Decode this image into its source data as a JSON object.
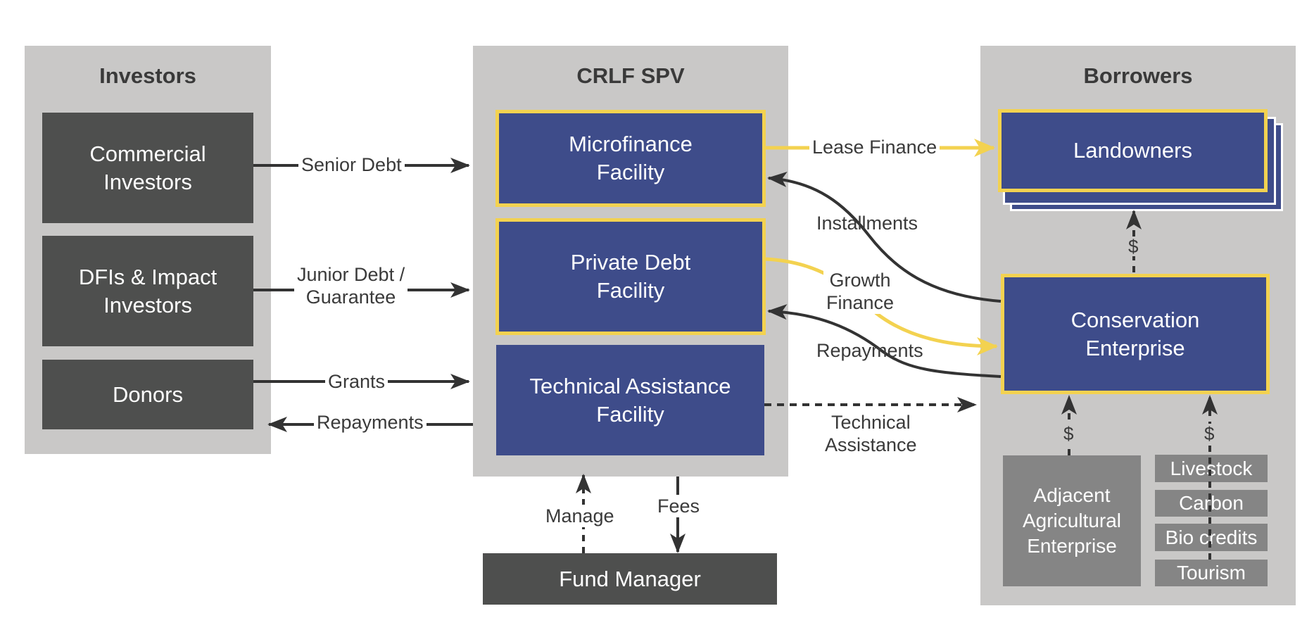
{
  "panels": {
    "investors": {
      "title": "Investors",
      "commercial": "Commercial\nInvestors",
      "dfis": "DFIs & Impact\nInvestors",
      "donors": "Donors"
    },
    "spv": {
      "title": "CRLF SPV",
      "microfinance": "Microfinance\nFacility",
      "private_debt": "Private Debt\nFacility",
      "technical": "Technical Assistance\nFacility"
    },
    "borrowers": {
      "title": "Borrowers",
      "landowners": "Landowners",
      "conservation": "Conservation\nEnterprise",
      "adjacent": "Adjacent\nAgricultural\nEnterprise",
      "revenue": [
        "Livestock",
        "Carbon",
        "Bio credits",
        "Tourism"
      ]
    }
  },
  "fund_manager": "Fund Manager",
  "flows": {
    "senior_debt": "Senior Debt",
    "junior_debt": "Junior Debt /\nGuarantee",
    "grants": "Grants",
    "repayments_investors": "Repayments",
    "lease_finance": "Lease Finance",
    "installments": "Installments",
    "growth_finance": "Growth\nFinance",
    "repayments_borrowers": "Repayments",
    "technical_assistance": "Technical\nAssistance",
    "manage": "Manage",
    "fees": "Fees",
    "dollar": "$"
  },
  "colors": {
    "panel": "#c9c8c7",
    "dark_box": "#4e4f4e",
    "blue_box": "#3e4c8a",
    "gray_box": "#858585",
    "highlight": "#f3d250",
    "arrow": "#333333"
  }
}
